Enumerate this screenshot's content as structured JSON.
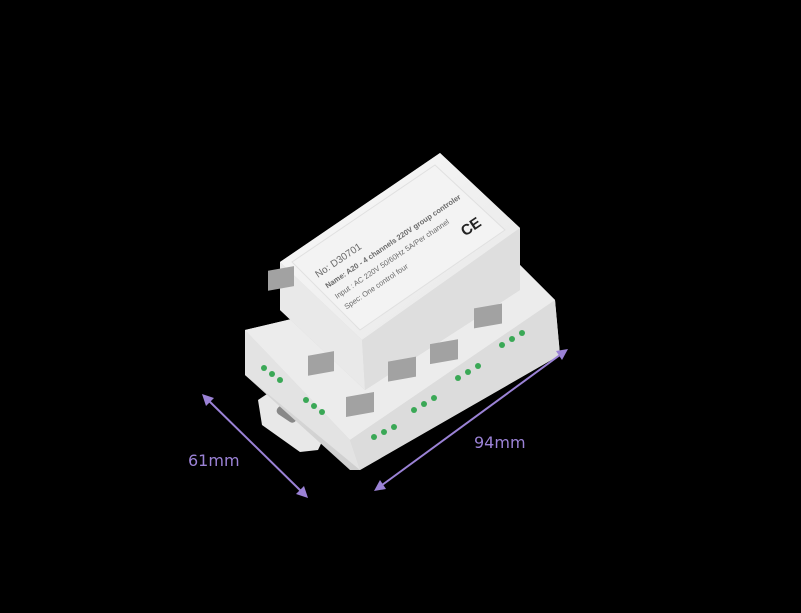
{
  "product": {
    "label": {
      "number": "No: D30701",
      "name": "Name: A20 - 4 channels 220V group controler",
      "input": "Input : AC 220V   50/60Hz   5A/Per channel",
      "spec": "Spec:  One control four",
      "certification_mark": "CE"
    }
  },
  "dimensions": {
    "depth": "61mm",
    "length": "94mm",
    "annotation_color": "#9b82d6"
  },
  "colors": {
    "background": "#000000",
    "housing": "#f1f1f1",
    "terminal": "#9a9a9a",
    "terminal_pins": "#3aa856"
  }
}
